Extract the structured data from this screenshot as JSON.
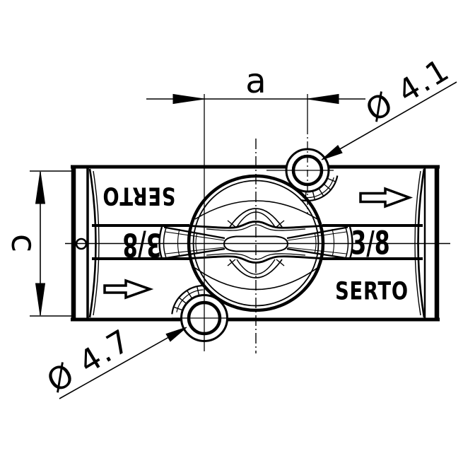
{
  "drawing": {
    "brand": "SERTO",
    "dimensions": {
      "width_label": "a",
      "height_label": "c"
    },
    "callouts": {
      "top_hole": "Ø 4.1",
      "bottom_hole": "Ø 4.7"
    },
    "hole_diameters": {
      "top_hole_value": 4.1,
      "bottom_hole_value": 4.7
    },
    "markings": {
      "brand_top": "SERTO",
      "brand_bottom": "SERTO",
      "size_left": "3/8",
      "size_right": "3/8"
    },
    "colors": {
      "ink": "#000000",
      "paper": "#ffffff"
    }
  }
}
